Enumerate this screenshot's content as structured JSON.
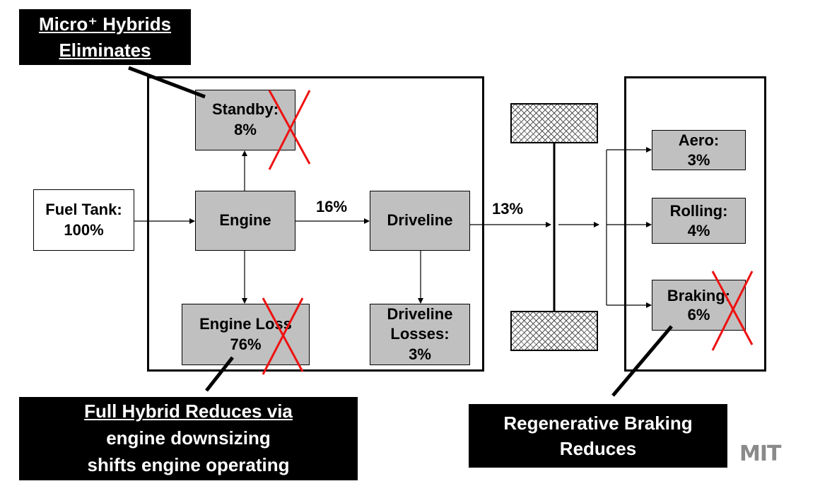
{
  "callouts": {
    "micro_line1": "Micro⁺ Hybrids",
    "micro_line2": "Eliminates",
    "full_line1": "Full Hybrid Reduces via",
    "full_line2": "engine downsizing",
    "full_line3": "shifts engine operating",
    "regen_line1": "Regenerative Braking",
    "regen_line2": "Reduces"
  },
  "boxes": {
    "fuel_tank": {
      "label": "Fuel Tank:",
      "value": "100%"
    },
    "standby": {
      "label": "Standby:",
      "value": "8%"
    },
    "engine": {
      "label": "Engine"
    },
    "engine_loss": {
      "label": "Engine Loss",
      "value": "76%"
    },
    "driveline": {
      "label": "Driveline"
    },
    "driveline_losses": {
      "line1": "Driveline",
      "line2": "Losses:",
      "value": "3%"
    },
    "aero": {
      "label": "Aero:",
      "value": "3%"
    },
    "rolling": {
      "label": "Rolling:",
      "value": "4%"
    },
    "braking": {
      "label": "Braking:",
      "value": "6%"
    }
  },
  "flows": {
    "engine_to_driveline": "16%",
    "driveline_to_wheels": "13%"
  },
  "logo": "MIT",
  "colors": {
    "box_fill": "#c0c0c0",
    "callout_fill": "#000000",
    "cross_mark": "#ee1111"
  }
}
